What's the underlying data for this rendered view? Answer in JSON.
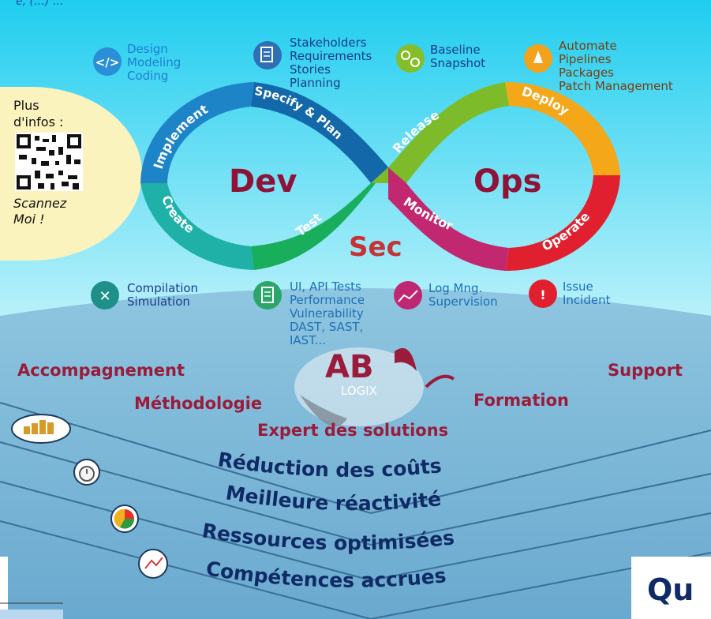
{
  "header_text": "é, (…) …",
  "qr_panel": {
    "line1": "Plus",
    "line2": "d'infos :",
    "line3": "Scannez",
    "line4": "Moi !"
  },
  "loop": {
    "dev": "Dev",
    "ops": "Ops",
    "sec": "Sec",
    "stages": {
      "implement": "Implement",
      "specify": "Specify & Plan",
      "create": "Create",
      "test": "Test",
      "release": "Release",
      "deploy": "Deploy",
      "monitor": "Monitor",
      "operate": "Operate"
    }
  },
  "activities": {
    "design": {
      "icon": "code-icon",
      "color": "#2a8fd6",
      "lines": [
        "Design",
        "Modeling",
        "Coding"
      ]
    },
    "stakeholders": {
      "icon": "document-icon",
      "color": "#2f6fb5",
      "lines": [
        "Stakeholders",
        "Requirements",
        "Stories",
        "Planning"
      ]
    },
    "baseline": {
      "icon": "gears-icon",
      "color": "#86bd2a",
      "lines": [
        "Baseline",
        "Snapshot"
      ]
    },
    "automate": {
      "icon": "package-icon",
      "color": "#f2a21b",
      "lines": [
        "Automate",
        "Pipelines",
        "Packages",
        "Patch Management"
      ]
    },
    "compilation": {
      "icon": "tools-icon",
      "color": "#1f8f8a",
      "lines": [
        "Compilation",
        "Simulation"
      ]
    },
    "tests": {
      "icon": "checklist-icon",
      "color": "#2aa66a",
      "lines": [
        "UI, API Tests",
        "Performance",
        "Vulnerability",
        "DAST, SAST,",
        "IAST..."
      ]
    },
    "logs": {
      "icon": "chart-icon",
      "color": "#c02772",
      "lines": [
        "Log Mng.",
        "Supervision"
      ]
    },
    "issue": {
      "icon": "alert-icon",
      "color": "#e0202e",
      "lines": [
        "Issue",
        "Incident"
      ]
    }
  },
  "services": {
    "accompagnement": "Accompagnement",
    "support": "Support",
    "methodologie": "Méthodologie",
    "formation": "Formation",
    "expert": "Expert des solutions"
  },
  "logo": {
    "main": "AB",
    "sub": "LOGIX"
  },
  "benefits": [
    "Réduction des coûts",
    "Meilleure réactivité",
    "Ressources optimisées",
    "Compétences accrues"
  ],
  "corner_text": "Qu",
  "colors": {
    "sky_top": "#2fd3f2",
    "sky_bottom": "#e4fbfe",
    "wave": "#7ab9d8",
    "dev_ops_text": "#8f1237",
    "sec_text": "#c73236",
    "services_text": "#9a1b3a",
    "benefit_text": "#102a66"
  }
}
